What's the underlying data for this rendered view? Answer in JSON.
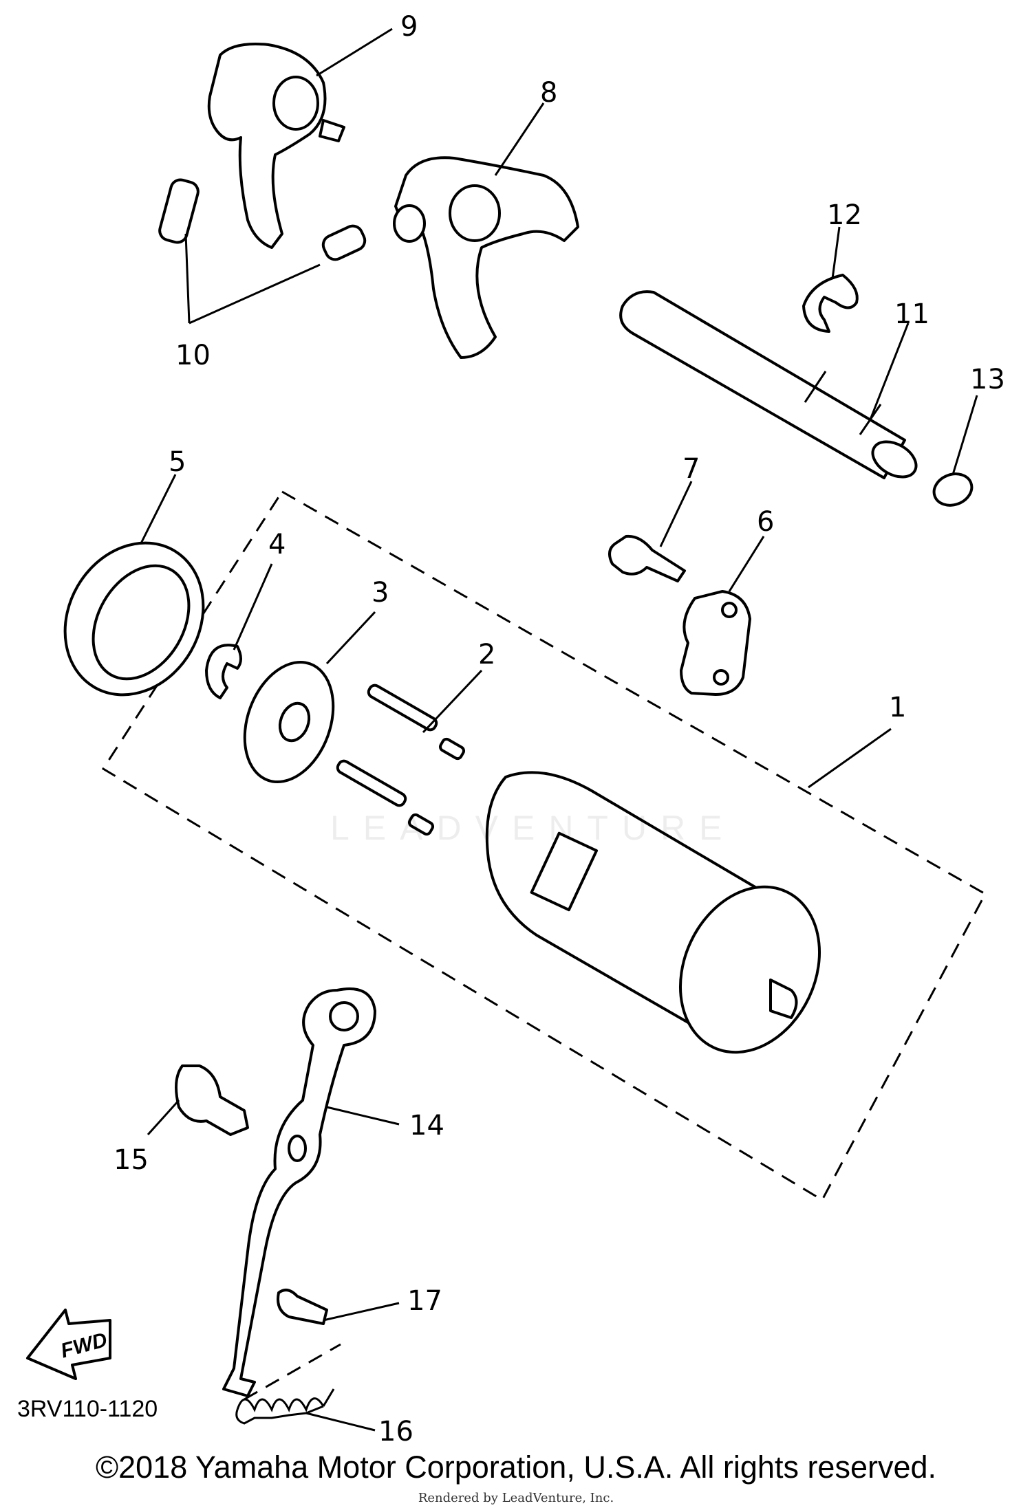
{
  "diagram": {
    "code": "3RV110-1120",
    "fwd_label": "FWD",
    "watermark": "LEADVENTURE",
    "callouts": [
      "1",
      "2",
      "3",
      "4",
      "5",
      "6",
      "7",
      "8",
      "9",
      "10",
      "11",
      "12",
      "13",
      "14",
      "15",
      "16",
      "17"
    ]
  },
  "footer": {
    "copyright": "©2018 Yamaha Motor Corporation, U.S.A. All rights reserved.",
    "rendered_by": "Rendered by LeadVenture, Inc."
  },
  "colors": {
    "ink": "#000000",
    "background": "#ffffff"
  }
}
